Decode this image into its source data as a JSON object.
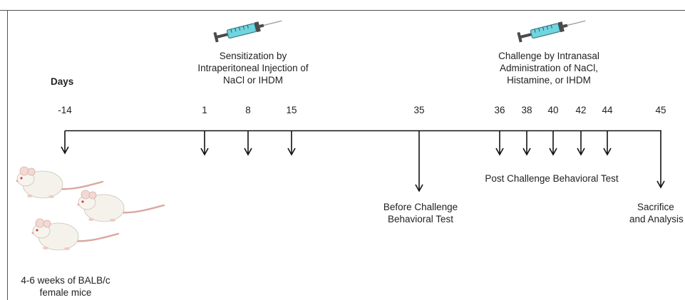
{
  "days_label": "Days",
  "days": [
    "-14",
    "1",
    "8",
    "15",
    "35",
    "36",
    "38",
    "40",
    "42",
    "44",
    "45"
  ],
  "sensitization": {
    "lines": [
      "Sensitization by",
      "Intraperitoneal Injection of",
      "NaCl or IHDM"
    ],
    "icon": "syringe-icon"
  },
  "challenge": {
    "lines": [
      "Challenge by Intranasal",
      "Administration of NaCl,",
      "Histamine, or IHDM"
    ],
    "icon": "syringe-icon"
  },
  "post_challenge_test": "Post Challenge Behavioral Test",
  "before_challenge_test": [
    "Before Challenge",
    "Behavioral Test"
  ],
  "sacrifice": [
    "Sacrifice",
    "and Analysis"
  ],
  "mice": {
    "lines": [
      "4-6 weeks of BALB/c",
      "female mice"
    ],
    "icon": "mouse-icon"
  },
  "colors": {
    "line": "#111111",
    "syringe_fluid": "#6fd6e0",
    "syringe_dark": "#4b4b4b",
    "mouse_body": "#f5f2ec",
    "mouse_tail": "#d9a9a2"
  }
}
